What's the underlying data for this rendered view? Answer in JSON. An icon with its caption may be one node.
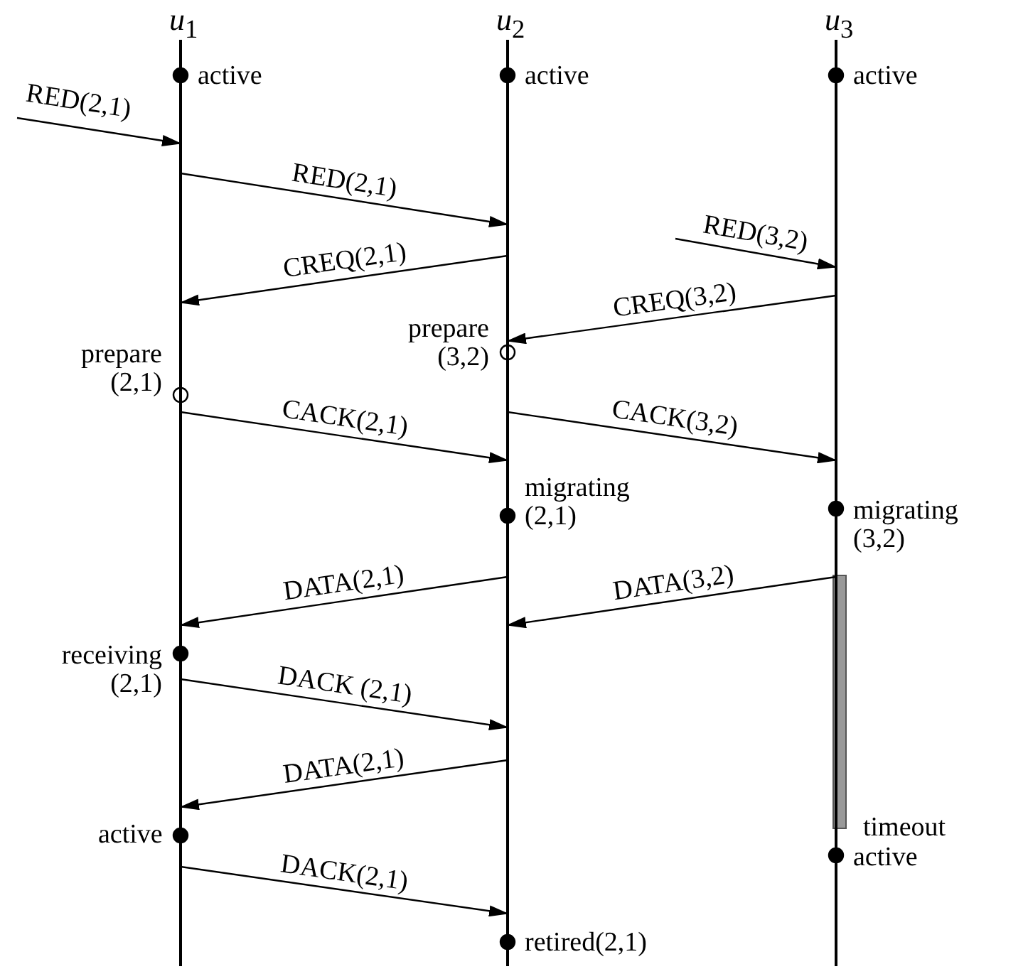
{
  "diagram": {
    "nodes": [
      {
        "text": [
          "*u*$_{1}$"
        ]
      },
      {
        "text": [
          "*u*$_{2}$"
        ]
      },
      {
        "text": [
          "*u*$_{3}$"
        ]
      }
    ],
    "edges": [
      {
        "from": null,
        "to": 0,
        "arrow": "to",
        "label": "RED(2,1)"
      },
      {
        "from": 0,
        "to": 1,
        "arrow": "to",
        "label": "RED(2,1)"
      },
      {
        "from": null,
        "to": 2,
        "arrow": "to",
        "label": "RED(3,2)"
      },
      {
        "from": 1,
        "to": 0,
        "arrow": "to",
        "label": "CREQ(2,1)"
      },
      {
        "from": 2,
        "to": 1,
        "arrow": "to",
        "label": "CREQ(3,2)"
      },
      {
        "from": 0,
        "to": 1,
        "arrow": "to",
        "label": "CACK(2,1)"
      },
      {
        "from": 1,
        "to": 2,
        "arrow": "to",
        "label": "CACK(3,2)"
      },
      {
        "from": 1,
        "to": 0,
        "arrow": "to",
        "label": "DATA(2,1)"
      },
      {
        "from": 2,
        "to": 1,
        "arrow": "to",
        "label": "DATA(3,2)"
      },
      {
        "from": 0,
        "to": 1,
        "arrow": "to",
        "label": "DACK (2,1)"
      },
      {
        "from": 1,
        "to": 0,
        "arrow": "to",
        "label": "DATA(2,1)"
      },
      {
        "from": 0,
        "to": 1,
        "arrow": "to",
        "label": "DACK(2,1)"
      }
    ],
    "labels": [
      "active",
      "active",
      "active",
      "prepare (3,2)",
      "prepare (2,1)",
      "migrating (3,2)",
      "migrating (2,1)",
      "receiving (2,1)",
      "active",
      "timeout",
      "active",
      "retired(2,1)"
    ]
  }
}
